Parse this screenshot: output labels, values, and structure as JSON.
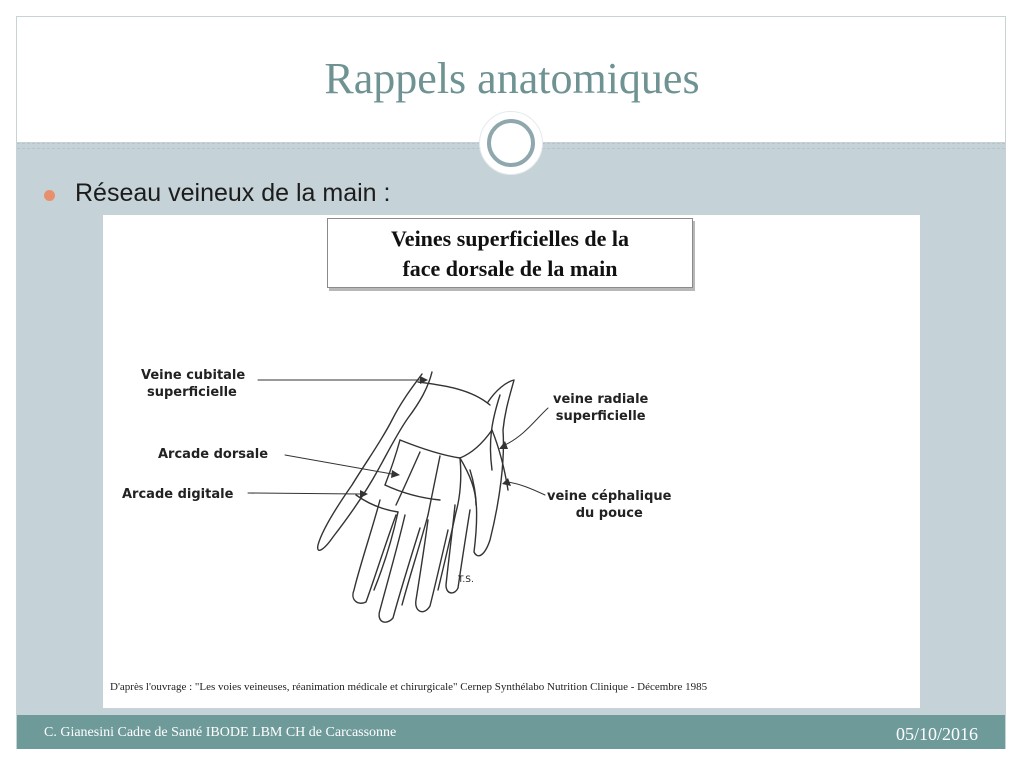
{
  "slide": {
    "title": "Rappels anatomiques",
    "bullet": "Réseau veineux de la main :",
    "footer_left": "C. Gianesini Cadre de Santé IBODE LBM CH de Carcassonne",
    "footer_right": "05/10/2016"
  },
  "figure": {
    "title_line1": "Veines superficielles de la",
    "title_line2": "face dorsale de la main",
    "labels": {
      "cubitale_l1": "Veine cubitale",
      "cubitale_l2": "superficielle",
      "arcade_dorsale": "Arcade dorsale",
      "arcade_digitale": "Arcade digitale",
      "radiale_l1": "veine radiale",
      "radiale_l2": "superficielle",
      "cephalique_l1": "veine céphalique",
      "cephalique_l2": "du pouce"
    },
    "initials": "T.S.",
    "credit": "D'après l'ouvrage : \"Les voies veineuses, réanimation médicale et chirurgicale\" Cernep Synthélabo Nutrition Clinique - Décembre 1985"
  },
  "colors": {
    "title": "#6e9392",
    "background_band": "#c5d2d7",
    "footer": "#6e9a9a",
    "bullet": "#e8906d"
  }
}
